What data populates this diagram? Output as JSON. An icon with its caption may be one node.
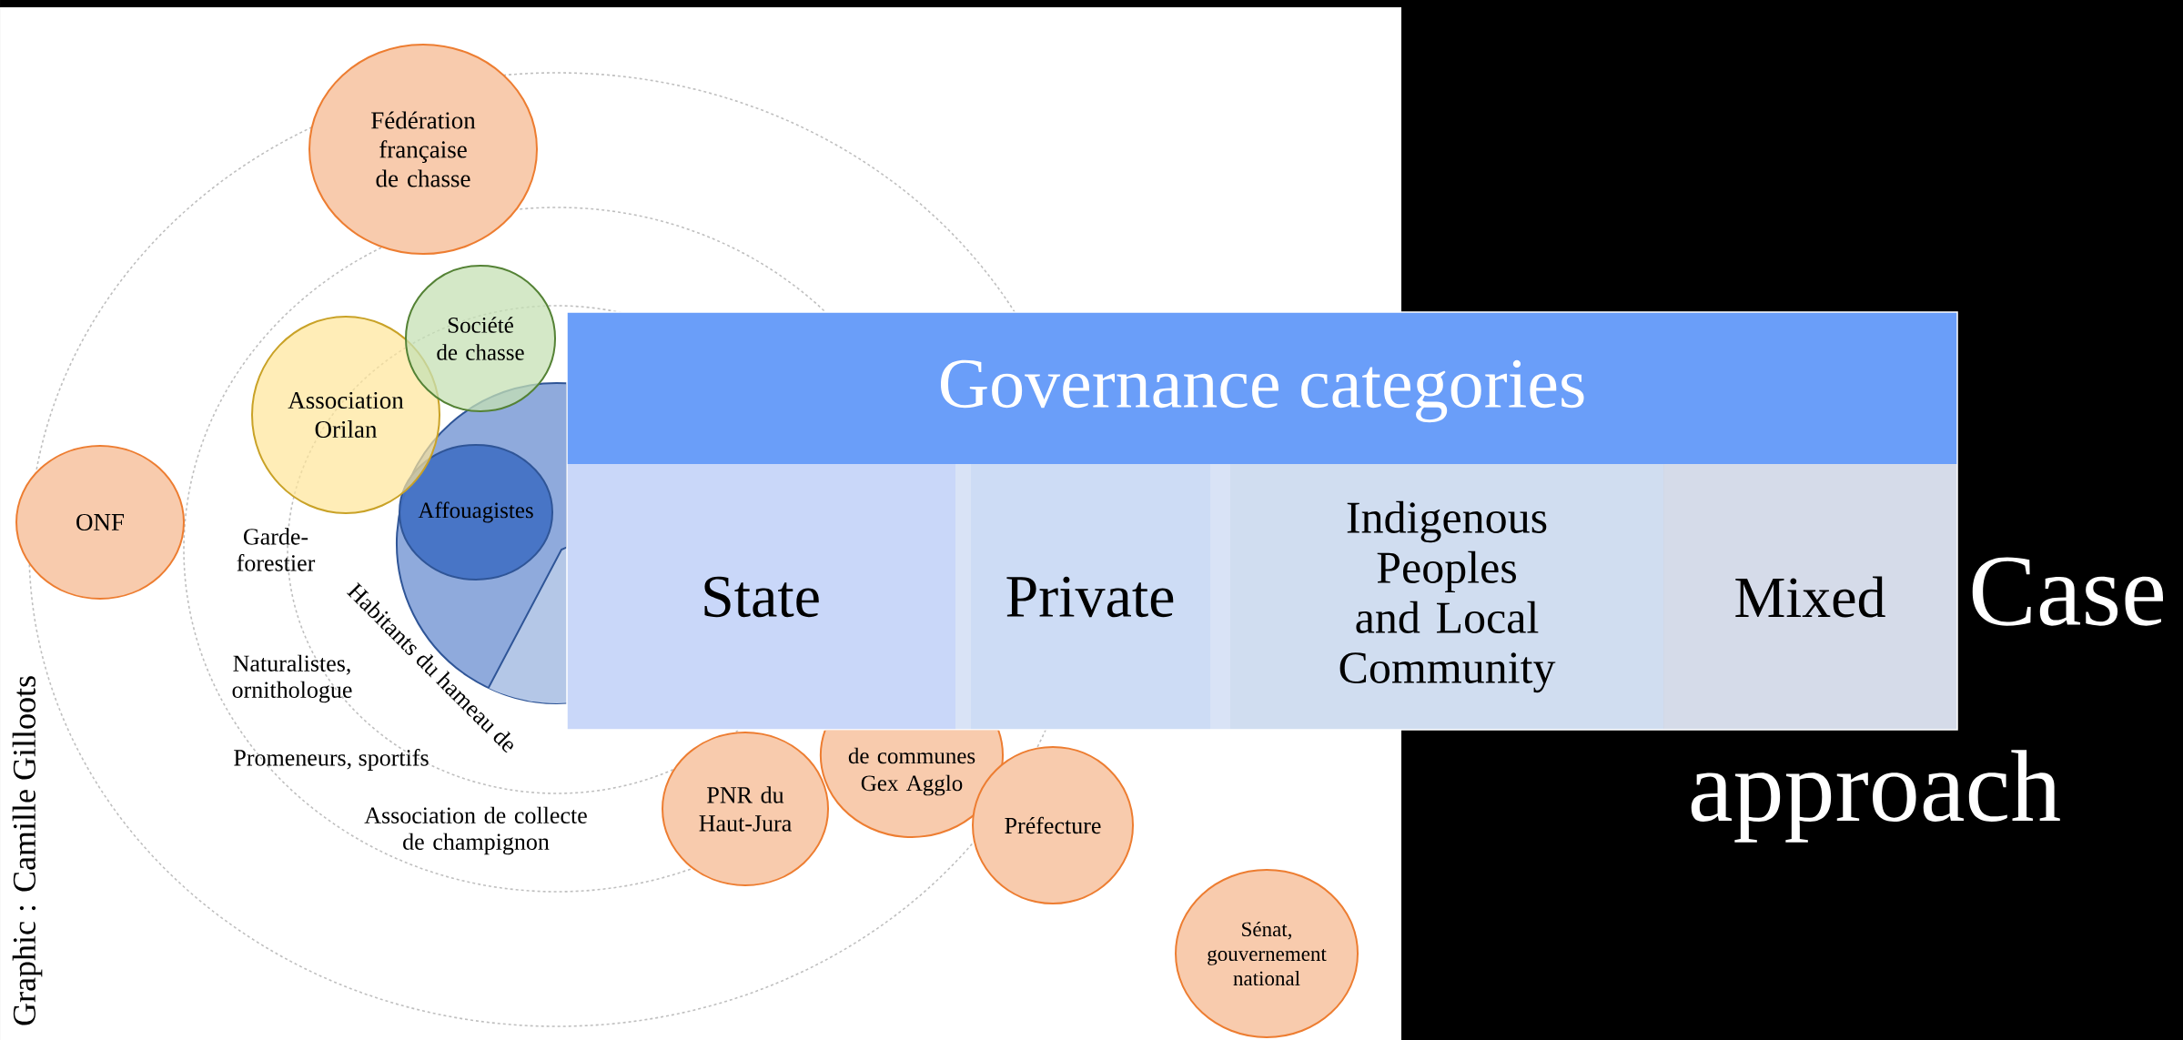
{
  "diagram": {
    "nodes": [
      {
        "text": [
          "Fédération française de chasse"
        ]
      },
      {
        "text": [
          "Société de chasse"
        ]
      },
      {
        "text": [
          "Association Orilan"
        ]
      },
      {
        "text": [
          "Habitants du hameau de"
        ]
      },
      {
        "text": [
          "Affouagistes"
        ],
        "in": 3
      },
      {
        "text": [
          "ONF"
        ]
      },
      {
        "text": [
          "PNR du Haut-Jura"
        ]
      },
      {
        "text": [
          "de communes Gex Agglo"
        ]
      },
      {
        "text": [
          "Préfecture"
        ]
      },
      {
        "text": [
          "Sénat, gouvernement national"
        ]
      }
    ],
    "labels": [
      "Garde-forestier",
      "Naturalistes, ornithologue",
      "Promeneurs, sportifs",
      "Association de collecte de champignon",
      "Governance categories",
      "State",
      "Private",
      "Indigenous Peoples and Local Community",
      "Mixed",
      "Case",
      "approach",
      "Graphic : Camille Gilloots"
    ]
  }
}
